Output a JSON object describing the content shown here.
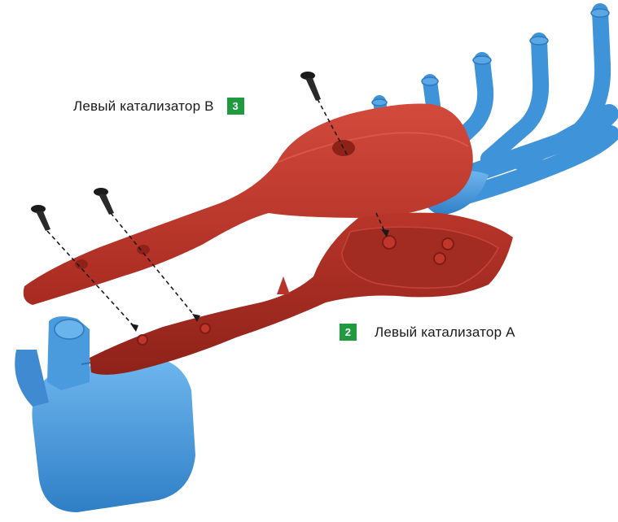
{
  "callouts": {
    "left_catalyst_b": {
      "text": "Левый катализатор B",
      "number": "3"
    },
    "left_catalyst_a": {
      "text": "Левый катализатор A",
      "number": "2"
    }
  },
  "colors": {
    "manifold_blue": "#3f93d8",
    "catalyst_red": "#c0362b",
    "badge_green": "#1f9a3f",
    "screw_black": "#1b1b1b"
  },
  "parts": [
    "exhaust-manifold",
    "left-catalyst-b-shell",
    "left-catalyst-a-shell",
    "screw",
    "muffler"
  ]
}
